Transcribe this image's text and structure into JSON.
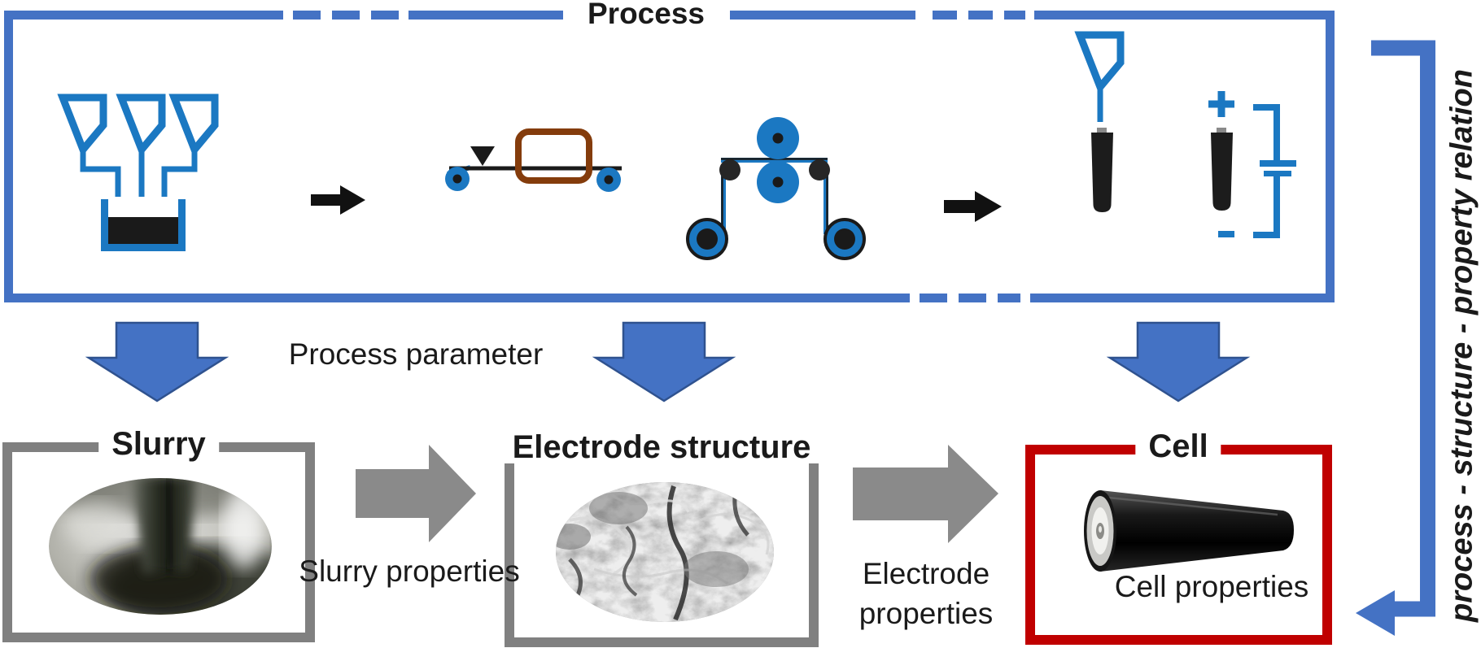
{
  "process": {
    "title": "Process"
  },
  "boxes": {
    "slurry": {
      "title": "Slurry"
    },
    "electrode": {
      "title": "Electrode structure"
    },
    "cell": {
      "title": "Cell"
    }
  },
  "labels": {
    "process_parameter": "Process parameter",
    "slurry_properties": "Slurry properties",
    "electrode_properties": "Electrode properties",
    "cell_properties": "Cell properties",
    "relation": "process - structure - property relation"
  },
  "icons": {
    "mixing_station_icon": "three dosing funnels feeding a mixing vessel with black slurry",
    "transfer_arrow_icon": "small black right arrow",
    "coating_drying_icon": "web with coating die, brown drying oven, unwind and rewind rollers",
    "calendering_icon": "two blue calender rolls with guide rollers and unwind/rewind coils",
    "cell_assembly_icon": "filling funnel above cylindrical cell",
    "battery_circuit_icon": "cell with plus and minus terminals wired to battery symbol",
    "process_parameter_arrow": "large blue block arrow pointing down",
    "property_flow_arrow": "large gray block arrow pointing right",
    "relation_feedback_arrow": "thick blue line from process box down to cell box with left arrowhead"
  },
  "photos": {
    "slurry_photo": "mixer shaft in gray slurry vortex",
    "sem_photo": "SEM micrograph of electrode microstructure",
    "cell_photo": "black cylindrical battery cell"
  },
  "colors": {
    "process_blue": "#4472C4",
    "arrow_border_blue": "#2F528F",
    "icon_blue": "#1B78C2",
    "box_gray": "#808080",
    "arrow_gray": "#8A8A8A",
    "cell_red": "#C00000",
    "oven_brown": "#843C0C",
    "ink_black": "#1A1A1A"
  }
}
